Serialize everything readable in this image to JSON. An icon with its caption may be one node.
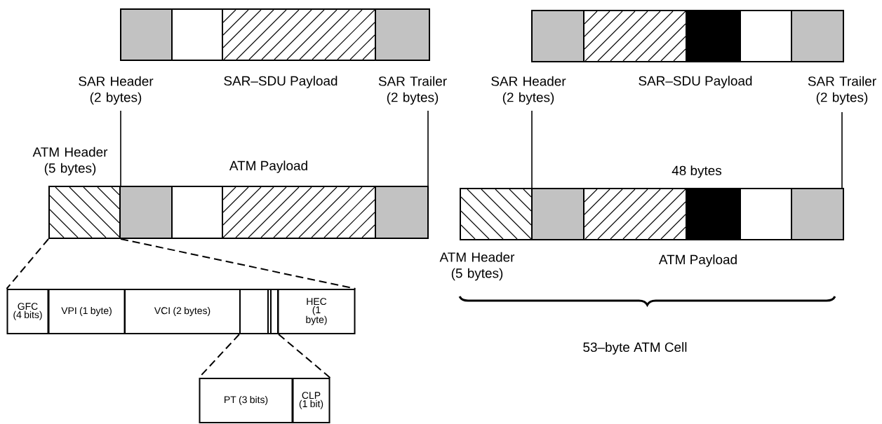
{
  "diagram": {
    "nodes": [
      {
        "text": [],
        "shape": "box"
      },
      {
        "text": [],
        "shape": "box"
      },
      {
        "text": [],
        "shape": "box"
      },
      {
        "text": [],
        "shape": "box"
      },
      {
        "text": [],
        "shape": "box"
      },
      {
        "text": [],
        "shape": "box"
      },
      {
        "text": [],
        "shape": "box"
      },
      {
        "text": [],
        "shape": "box"
      },
      {
        "text": [],
        "shape": "box"
      },
      {
        "text": [],
        "shape": "box"
      },
      {
        "text": [],
        "shape": "box"
      },
      {
        "text": [],
        "shape": "box"
      },
      {
        "text": [],
        "shape": "box"
      },
      {
        "text": [],
        "shape": "box"
      },
      {
        "text": [],
        "shape": "box"
      },
      {
        "text": [],
        "shape": "box"
      },
      {
        "text": [],
        "shape": "box"
      },
      {
        "text": [],
        "shape": "box"
      },
      {
        "text": [],
        "shape": "box"
      },
      {
        "text": [],
        "shape": "box"
      },
      {
        "text": [
          "GFC (4 bits)"
        ]
      },
      {
        "text": [
          "VPI (1 byte)"
        ]
      },
      {
        "text": [
          "VCI (2 bytes)"
        ]
      },
      {
        "text": [],
        "shape": "box"
      },
      {
        "text": [],
        "shape": "box"
      },
      {
        "text": [
          "HEC (1 byte)"
        ]
      },
      {
        "text": [
          "PT (3 bits)"
        ]
      },
      {
        "text": [
          "CLP (1 bit)"
        ]
      }
    ],
    "edges": [
      {
        "from": 9,
        "to": 20,
        "arrow": "none",
        "style": "dashed"
      },
      {
        "from": 9,
        "to": 25,
        "arrow": "none",
        "style": "dashed"
      },
      {
        "from": 23,
        "to": 26,
        "arrow": "none",
        "style": "dashed"
      },
      {
        "from": 24,
        "to": 27,
        "arrow": "none",
        "style": "dashed"
      }
    ],
    "labels": [
      "SAR Header (2 bytes)",
      "SAR–SDU Payload",
      "SAR Trailer (2 bytes)",
      "SAR Header (2 bytes)",
      "SAR–SDU Payload",
      "SAR Trailer (2 bytes)",
      "ATM Header (5 bytes)",
      "ATM Payload",
      "48 bytes",
      "ATM Header (5 bytes)",
      "ATM Payload",
      "53–byte ATM Cell"
    ]
  }
}
